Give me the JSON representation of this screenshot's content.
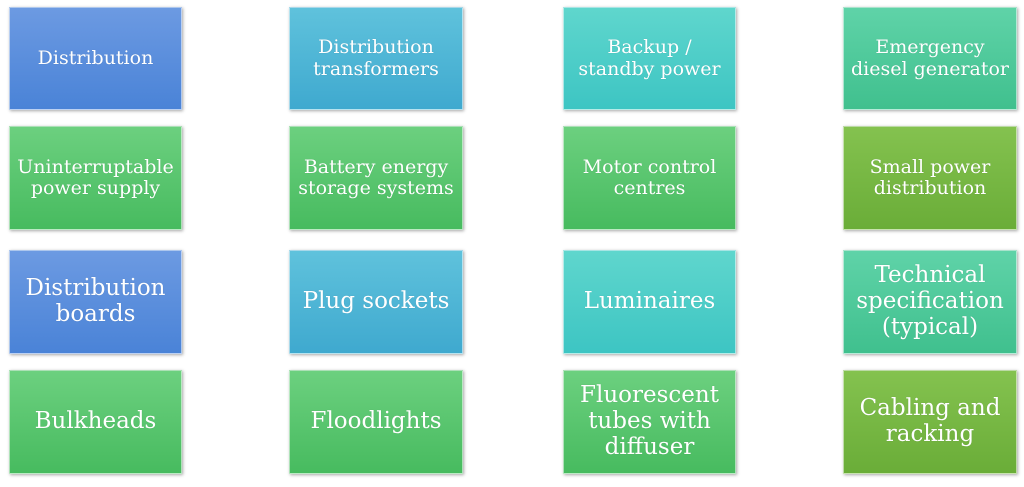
{
  "tiles": [
    {
      "label": "Distribution"
    },
    {
      "label": "Distribution transformers"
    },
    {
      "label": "Backup / standby power"
    },
    {
      "label": "Emergency diesel generator"
    },
    {
      "label": "Uninterruptable power supply"
    },
    {
      "label": "Battery energy storage systems"
    },
    {
      "label": "Motor control centres"
    },
    {
      "label": "Small power distribution"
    },
    {
      "label": "Distribution boards"
    },
    {
      "label": "Plug sockets"
    },
    {
      "label": "Luminaires"
    },
    {
      "label": "Technical specification (typical)"
    },
    {
      "label": "Bulkheads"
    },
    {
      "label": "Floodlights"
    },
    {
      "label": "Fluorescent tubes with diffuser"
    },
    {
      "label": "Cabling and racking"
    }
  ],
  "colors": {
    "blue": "#4a83d7",
    "sky": "#3fa9cf",
    "teal": "#3dc5c3",
    "mint": "#40c08e",
    "green": "#47bb5f",
    "lime": "#6aad38"
  }
}
